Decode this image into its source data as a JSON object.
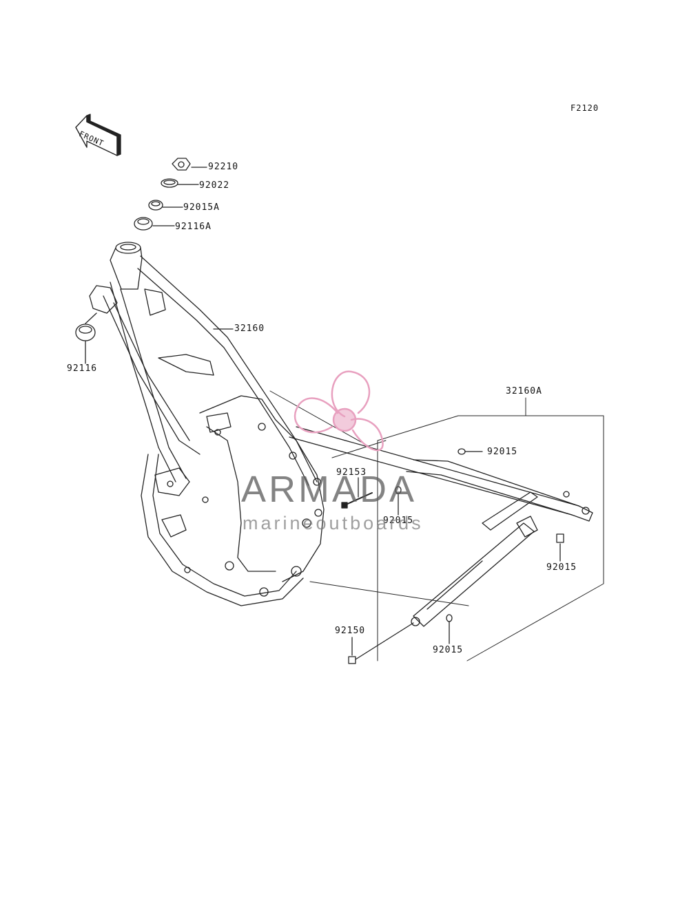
{
  "figure_code": "F2120",
  "front_marker": "FRONT",
  "watermark": {
    "title": "ARMADA",
    "subtitle": "marineoutboards",
    "accent_color": "#e8a0bf"
  },
  "part_labels": {
    "p92210": "92210",
    "p92022": "92022",
    "p92015A": "92015A",
    "p92116A": "92116A",
    "p32160": "32160",
    "p92116": "92116",
    "p32160A": "32160A",
    "p92015_a": "92015",
    "p92153": "92153",
    "p92015_b": "92015",
    "p92015_c": "92015",
    "p92150": "92150",
    "p92015_d": "92015"
  }
}
